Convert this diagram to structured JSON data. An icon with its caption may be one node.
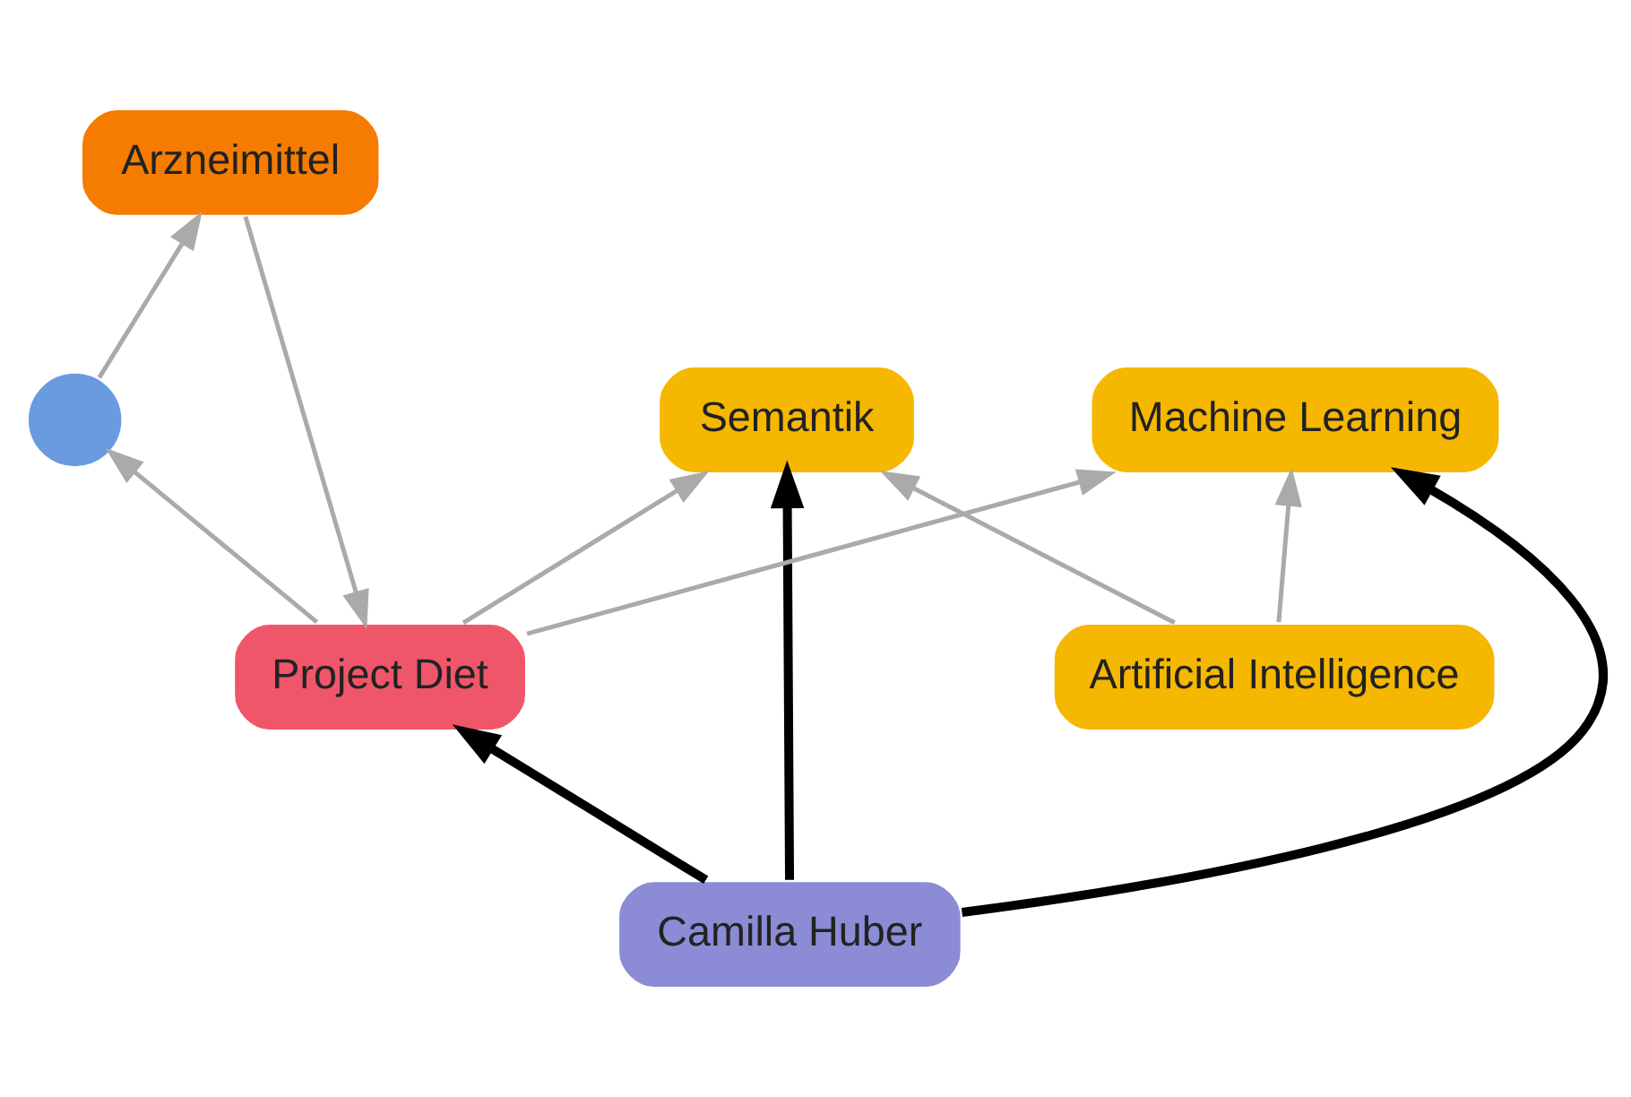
{
  "diagram": {
    "nodes": [
      {
        "text": [
          "Semantik"
        ]
      },
      {
        "text": [
          "Artificial Intelligence"
        ]
      },
      {
        "text": [
          "Camilla Huber"
        ]
      },
      {
        "text": [
          "Project Diet"
        ]
      },
      {
        "text": [],
        "shape": "circle"
      },
      {
        "text": [
          "Machine Learning"
        ]
      },
      {
        "text": [
          "Arzneimittel"
        ]
      }
    ],
    "edges": [
      {
        "from": 1,
        "to": 0,
        "arrow": "to"
      },
      {
        "from": 1,
        "to": 5,
        "arrow": "to"
      },
      {
        "from": 2,
        "to": 0,
        "arrow": "to",
        "style": "thick",
        "color": "#000000"
      },
      {
        "from": 2,
        "to": 3,
        "arrow": "to",
        "style": "thick",
        "color": "#000000"
      },
      {
        "from": 2,
        "to": 5,
        "arrow": "to",
        "style": "thick",
        "color": "#000000"
      },
      {
        "from": 3,
        "to": 0,
        "arrow": "to"
      },
      {
        "from": 3,
        "to": 5,
        "arrow": "to"
      },
      {
        "from": 3,
        "to": 4,
        "arrow": "to"
      },
      {
        "from": 4,
        "to": 6,
        "arrow": "to"
      },
      {
        "from": 6,
        "to": 3,
        "arrow": "to"
      }
    ]
  }
}
